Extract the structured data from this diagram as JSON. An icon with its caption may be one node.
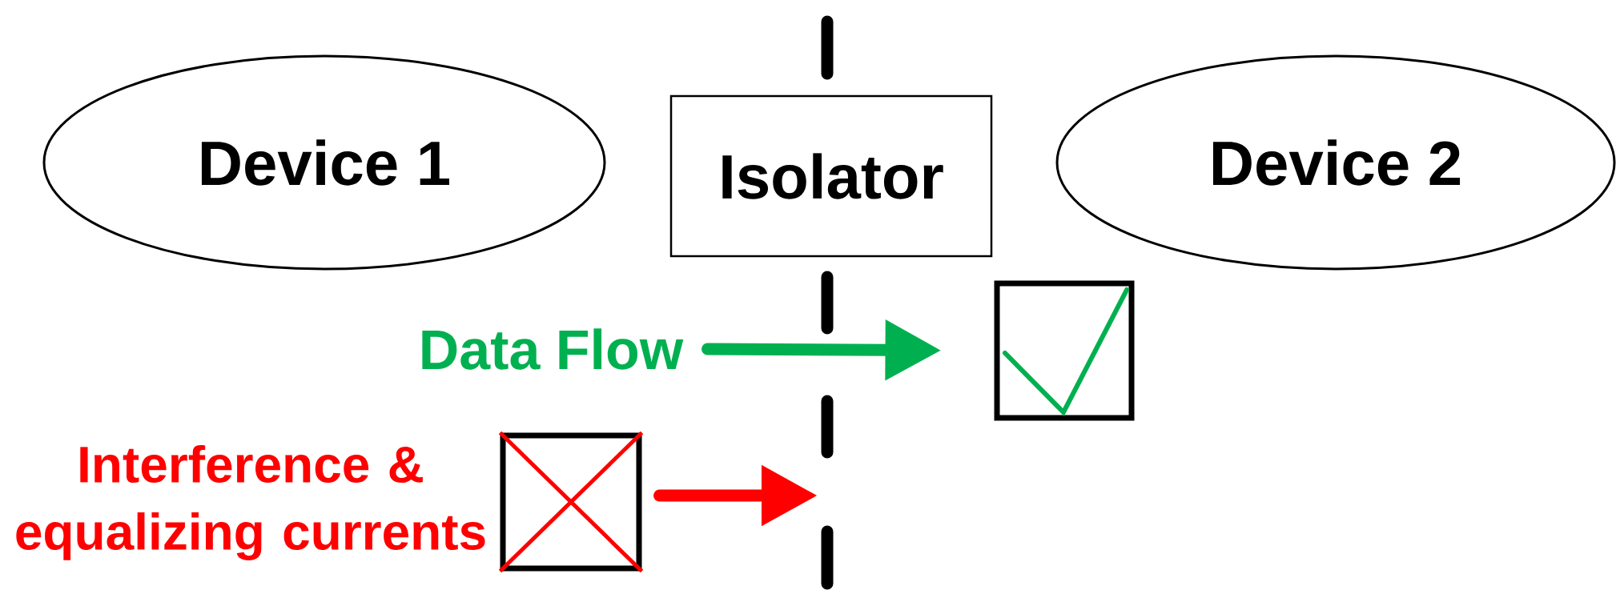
{
  "diagram": {
    "nodes": [
      {
        "text": [
          "Device 1"
        ]
      },
      {
        "text": [
          "Isolator"
        ]
      },
      {
        "text": [
          "Device 2"
        ]
      },
      {
        "text": [
          "Data Flow"
        ]
      },
      {
        "text": [],
        "shape": "box"
      },
      {
        "text": [],
        "shape": "box",
        "beside": [
          "Interference & equalizing currents"
        ]
      }
    ],
    "edges": [
      {
        "from": 3,
        "to": 4,
        "arrow": "to",
        "color": "#00b050"
      },
      {
        "from": 5,
        "to": null,
        "arrow": "to",
        "color": "#ff0000"
      }
    ]
  }
}
